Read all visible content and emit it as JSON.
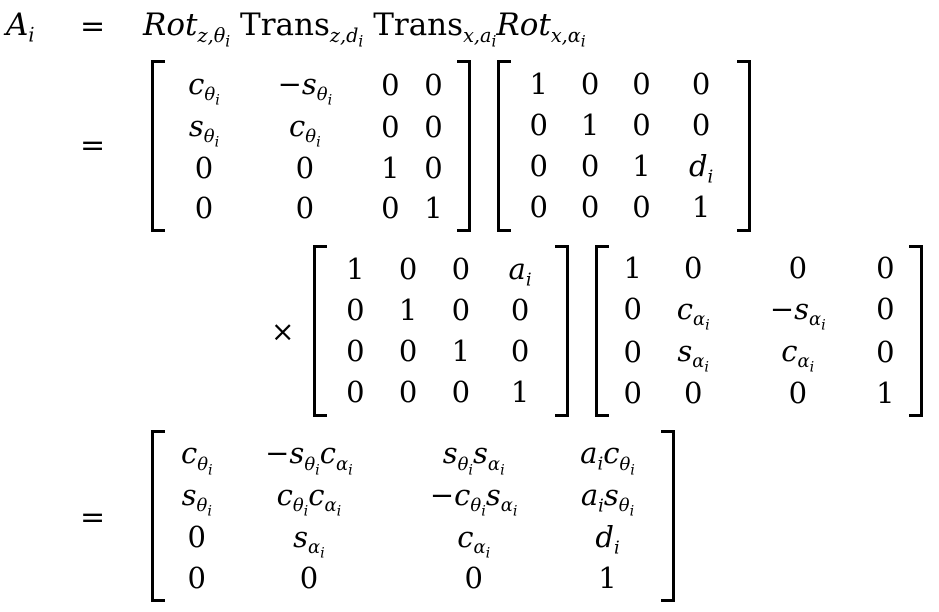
{
  "lhs": "A",
  "lhs_sub": "i",
  "relation": "=",
  "times": "×",
  "line1": {
    "rot1": "Rot",
    "rot1_sub": "z,θ",
    "rot1_subsub": "i",
    "trans1": "Trans",
    "trans1_sub": "z,d",
    "trans1_subsub": "i",
    "trans2": "Trans",
    "trans2_sub": "x,a",
    "trans2_subsub": "i",
    "rot2": "Rot",
    "rot2_sub": "x,α",
    "rot2_subsub": "i"
  },
  "matrices": {
    "rot_z": [
      [
        "cθi",
        "−sθi",
        "0",
        "0"
      ],
      [
        "sθi",
        "cθi",
        "0",
        "0"
      ],
      [
        "0",
        "0",
        "1",
        "0"
      ],
      [
        "0",
        "0",
        "0",
        "1"
      ]
    ],
    "trans_z": [
      [
        "1",
        "0",
        "0",
        "0"
      ],
      [
        "0",
        "1",
        "0",
        "0"
      ],
      [
        "0",
        "0",
        "1",
        "di"
      ],
      [
        "0",
        "0",
        "0",
        "1"
      ]
    ],
    "trans_x": [
      [
        "1",
        "0",
        "0",
        "ai"
      ],
      [
        "0",
        "1",
        "0",
        "0"
      ],
      [
        "0",
        "0",
        "1",
        "0"
      ],
      [
        "0",
        "0",
        "0",
        "1"
      ]
    ],
    "rot_x": [
      [
        "1",
        "0",
        "0",
        "0"
      ],
      [
        "0",
        "cαi",
        "−sαi",
        "0"
      ],
      [
        "0",
        "sαi",
        "cαi",
        "0"
      ],
      [
        "0",
        "0",
        "0",
        "1"
      ]
    ],
    "result": [
      [
        "cθi",
        "−sθicαi",
        "sθisαi",
        "aicθi"
      ],
      [
        "sθi",
        "cθicαi",
        "−cθisαi",
        "aisθi"
      ],
      [
        "0",
        "sαi",
        "cαi",
        "di"
      ],
      [
        "0",
        "0",
        "0",
        "1"
      ]
    ]
  }
}
